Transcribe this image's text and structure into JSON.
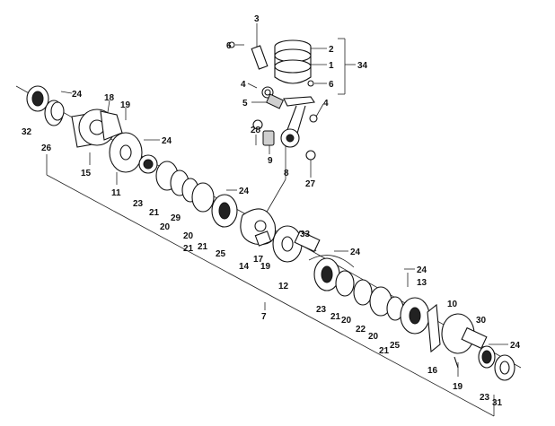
{
  "diagram": {
    "labels": {
      "l1": "1",
      "l2": "2",
      "l3": "3",
      "l34": "34",
      "l4a": "4",
      "l4b": "4",
      "l5": "5",
      "l6a": "6",
      "l6b": "6",
      "l8": "8",
      "l9": "9",
      "l27": "27",
      "l28": "28",
      "l24a": "24",
      "l24b": "24",
      "l24c": "24",
      "l24d": "24",
      "l24e": "24",
      "l24f": "24",
      "l18": "18",
      "l19a": "19",
      "l19b": "19",
      "l19c": "19",
      "l32": "32",
      "l26": "26",
      "l15": "15",
      "l11": "11",
      "l23a": "23",
      "l23b": "23",
      "l23c": "23",
      "l21a": "21",
      "l21b": "21",
      "l21c": "21",
      "l21d": "21",
      "l21e": "21",
      "l29": "29",
      "l20a": "20",
      "l20b": "20",
      "l20c": "20",
      "l20d": "20",
      "l25a": "25",
      "l25b": "25",
      "l14": "14",
      "l17": "17",
      "l12": "12",
      "l33": "33",
      "l7": "7",
      "l22": "22",
      "l13": "13",
      "l10": "10",
      "l16": "16",
      "l30": "30",
      "l31": "31"
    }
  }
}
